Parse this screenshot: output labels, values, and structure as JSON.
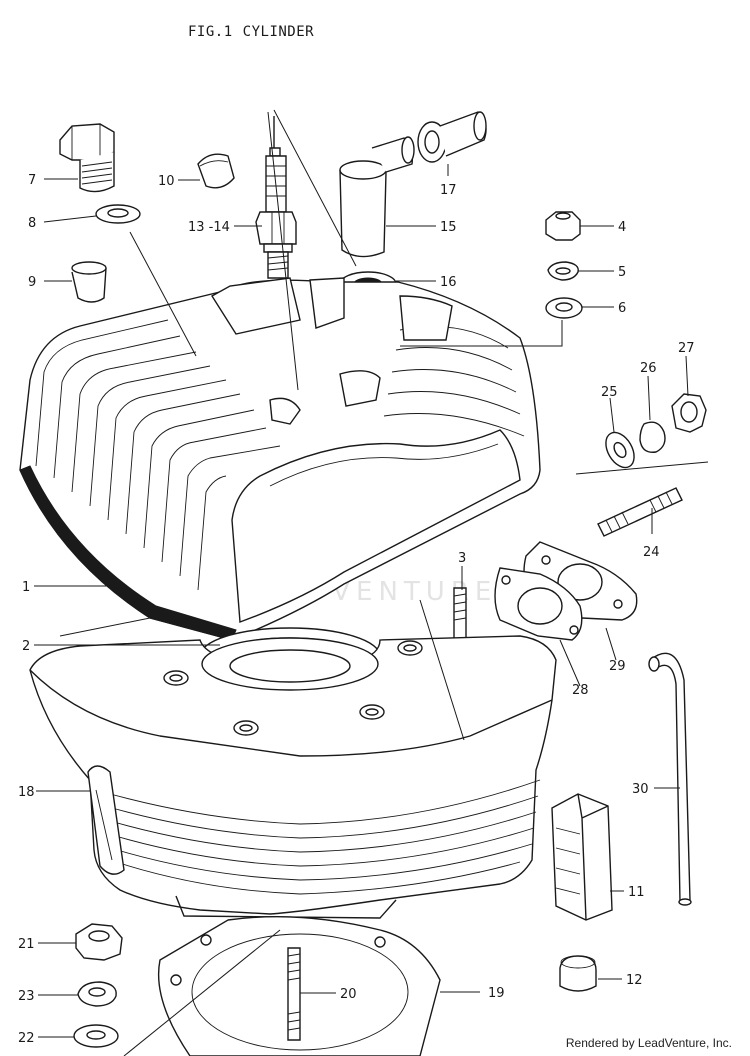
{
  "figure": {
    "fig_label": "FIG.1",
    "title": "CYLINDER"
  },
  "watermark": "LEADVENTURE",
  "footer": "Rendered by LeadVenture, Inc.",
  "callouts": {
    "c1": "1",
    "c2": "2",
    "c3": "3",
    "c4": "4",
    "c5": "5",
    "c6": "6",
    "c7": "7",
    "c8": "8",
    "c9": "9",
    "c10": "10",
    "c11": "11",
    "c12": "12",
    "c13_14": "13 -14",
    "c15": "15",
    "c16": "16",
    "c17": "17",
    "c18": "18",
    "c19": "19",
    "c20": "20",
    "c21": "21",
    "c22": "22",
    "c23": "23",
    "c24": "24",
    "c25": "25",
    "c26": "26",
    "c27": "27",
    "c28": "28",
    "c29": "29",
    "c30": "30"
  }
}
